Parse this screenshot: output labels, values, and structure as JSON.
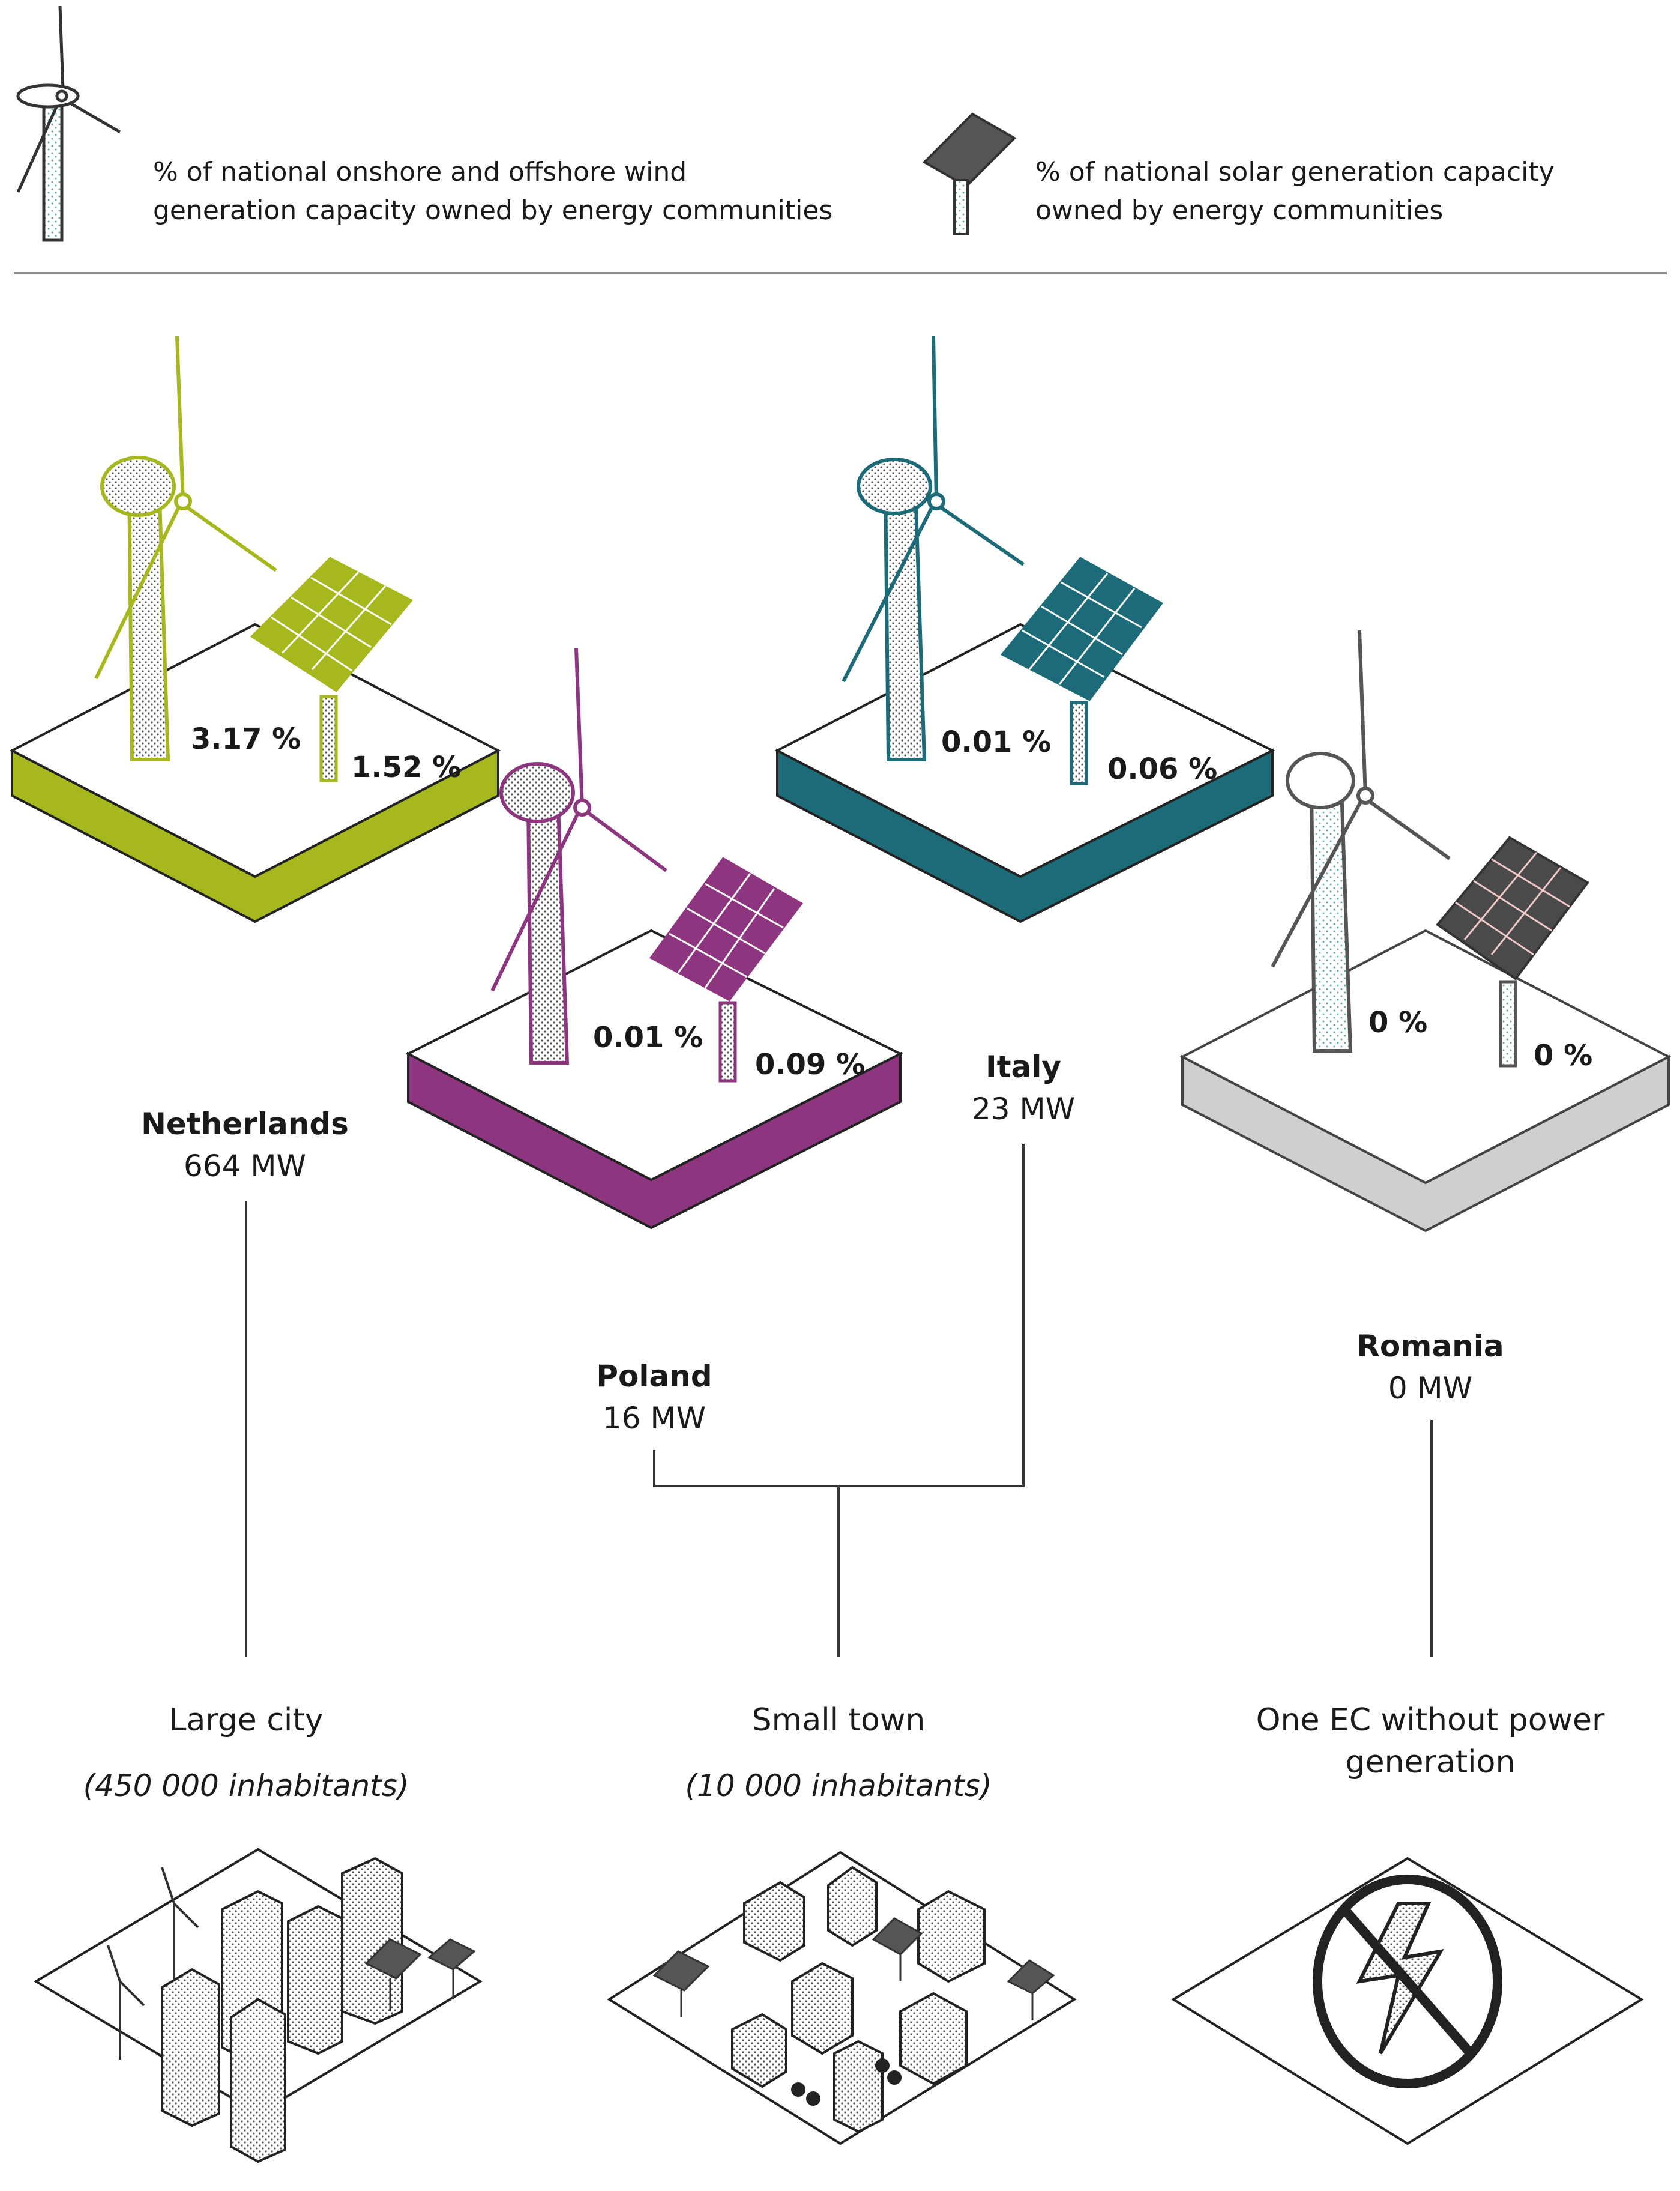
{
  "legend": {
    "wind_icon": "wind-turbine-icon",
    "wind_text_line1": "% of national onshore and offshore wind",
    "wind_text_line2": "generation capacity owned by energy communities",
    "solar_icon": "solar-panel-icon",
    "solar_text_line1": "% of national solar generation capacity",
    "solar_text_line2": "owned by energy communities"
  },
  "countries": [
    {
      "name": "Netherlands",
      "capacity": "664 MW",
      "wind_pct": "3.17 %",
      "solar_pct": "1.52 %",
      "color": "#a7b81e"
    },
    {
      "name": "Poland",
      "capacity": "16 MW",
      "wind_pct": "0.01 %",
      "solar_pct": "0.09 %",
      "color": "#8e3580"
    },
    {
      "name": "Italy",
      "capacity": "23 MW",
      "wind_pct": "0.01 %",
      "solar_pct": "0.06 %",
      "color": "#1d6b78"
    },
    {
      "name": "Romania",
      "capacity": "0 MW",
      "wind_pct": "0 %",
      "solar_pct": "0 %",
      "color": "#5a5a5a"
    }
  ],
  "categories": [
    {
      "label": "Large city",
      "population": "(450 000 inhabitants)",
      "icon": "city-icon"
    },
    {
      "label": "Small town",
      "population": "(10 000 inhabitants)",
      "icon": "town-icon"
    },
    {
      "label": "One EC without power generation",
      "population": "",
      "icon": "no-power-icon"
    }
  ]
}
